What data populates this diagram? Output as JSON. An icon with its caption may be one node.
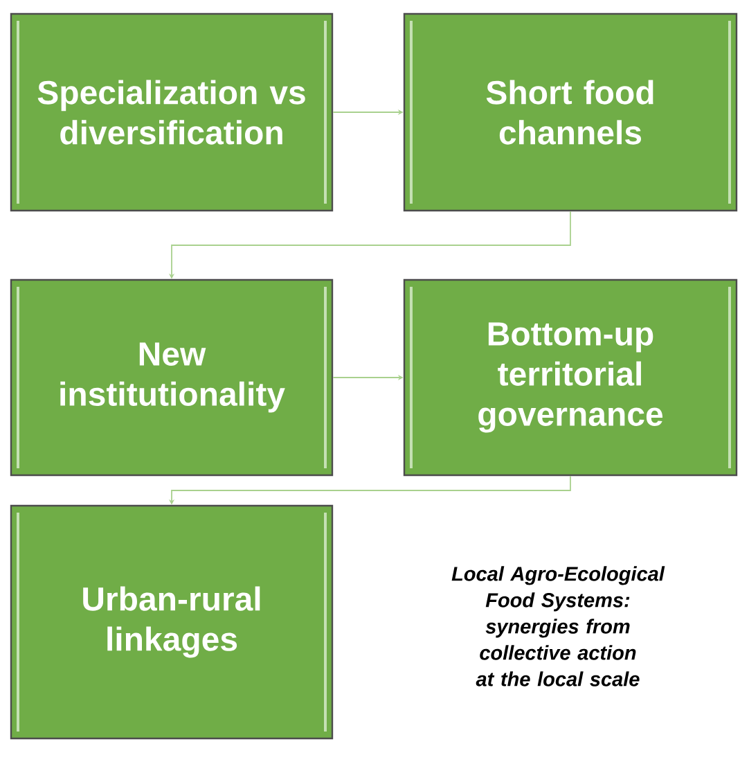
{
  "diagram": {
    "caption": "Local Agro-Ecological Food Systems: synergies from collective action at the local scale",
    "nodes": [
      {
        "text": [
          "Specialization vs diversification"
        ]
      },
      {
        "text": [
          "Short food channels"
        ]
      },
      {
        "text": [
          "New institutionality"
        ]
      },
      {
        "text": [
          "Bottom-up territorial governance"
        ]
      },
      {
        "text": [
          "Urban-rural linkages"
        ]
      }
    ],
    "edges": [
      {
        "from": 0,
        "to": 1,
        "arrow": "to"
      },
      {
        "from": 1,
        "to": 2,
        "arrow": "to"
      },
      {
        "from": 2,
        "to": 3,
        "arrow": "to"
      },
      {
        "from": 3,
        "to": 4,
        "arrow": "to"
      }
    ]
  }
}
